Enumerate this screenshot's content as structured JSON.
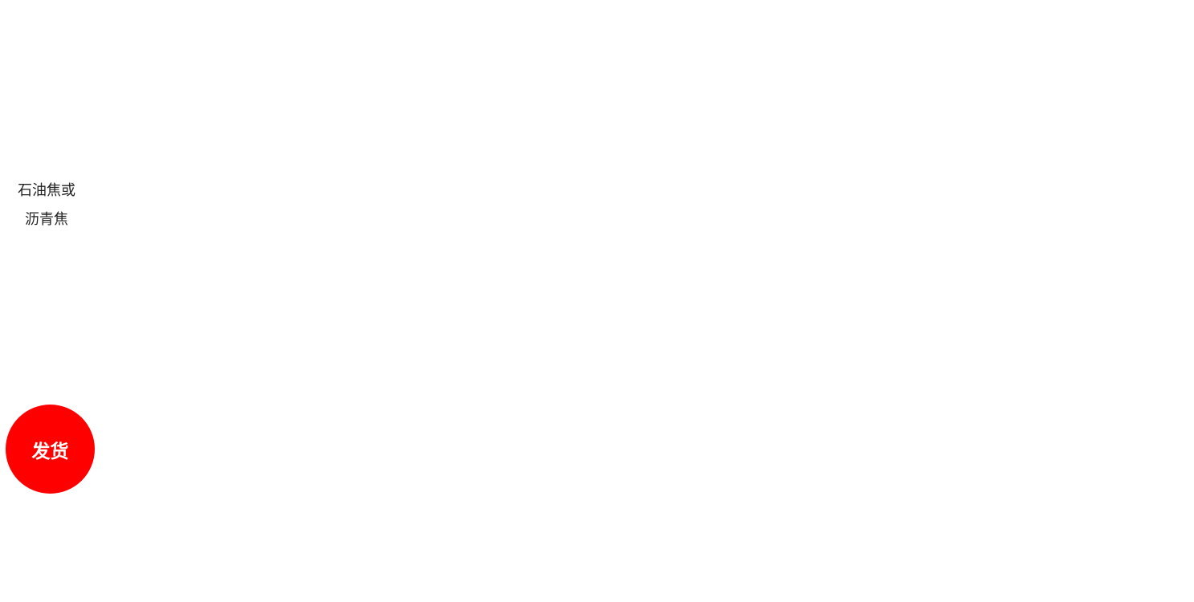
{
  "product_label": {
    "line1": "石油焦或",
    "line2": "沥青焦"
  },
  "ship_button": {
    "label": "发货",
    "background_color": "#ff0000",
    "text_color": "#ffffff"
  }
}
